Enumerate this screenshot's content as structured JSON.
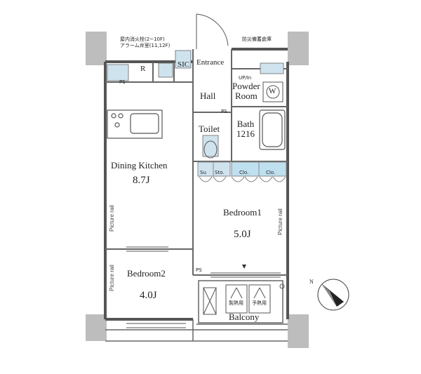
{
  "notes": {
    "sprinkler": "屋内消火栓(2~10F)",
    "alarm": "アラーム弁室(11,12F)",
    "storage": "防災備蓄倉庫"
  },
  "rooms": {
    "sic": "SIC",
    "entrance": "Entrance",
    "r": "R",
    "ps1": "PS",
    "up_in": "UP/In",
    "powder_room": "Powder\nRoom",
    "w": "W",
    "hall": "Hall",
    "ps2": "PS",
    "toilet": "Toilet",
    "bath": "Bath\n1216",
    "dining_kitchen": "Dining Kitchen",
    "dining_kitchen_size": "8.7J",
    "su": "Su",
    "sto": "Sto.",
    "clo1": "Clo.",
    "clo2": "Clo.",
    "bedroom1": "Bedroom1",
    "bedroom1_size": "5.0J",
    "bedroom2": "Bedroom2",
    "bedroom2_size": "4.0J",
    "ps3": "PS",
    "balcony": "Balcony",
    "picture_rail": "Picture rail",
    "unit_a": "製熱用",
    "unit_b": "予熱用"
  },
  "compass": {
    "label": "N"
  }
}
